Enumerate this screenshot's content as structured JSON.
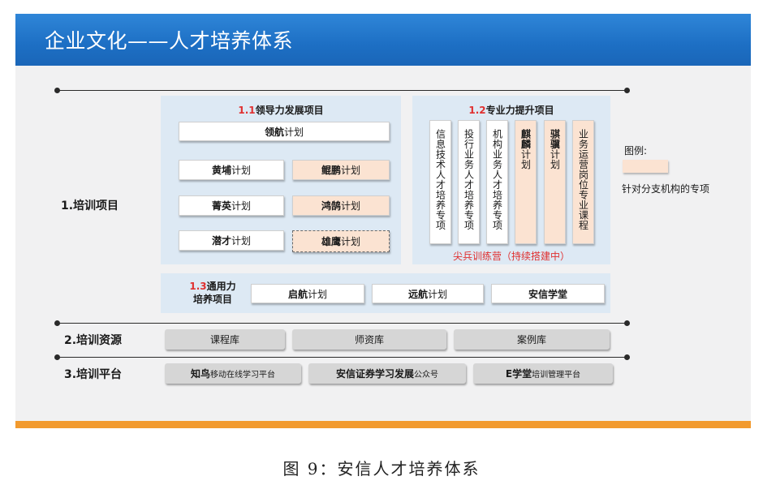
{
  "title": "企业文化——人才培养体系",
  "sections": {
    "training_projects": "1.培训项目",
    "training_resources": "2.培训资源",
    "training_platform": "3.培训平台"
  },
  "leadership": {
    "num": "1.1",
    "title": "领导力发展项目",
    "top_program": {
      "bold": "领航",
      "suffix": "计划"
    },
    "programs": [
      {
        "bold": "黄埔",
        "suffix": "计划"
      },
      {
        "bold": "鲲鹏",
        "suffix": "计划"
      },
      {
        "bold": "菁英",
        "suffix": "计划"
      },
      {
        "bold": "鸿鹄",
        "suffix": "计划"
      },
      {
        "bold": "潜才",
        "suffix": "计划"
      },
      {
        "bold": "雄鹰",
        "suffix": "计划"
      }
    ]
  },
  "professional": {
    "num": "1.2",
    "title": "专业力提升项目",
    "columns": [
      {
        "bold": "",
        "text": "信息技术人才培养专项"
      },
      {
        "bold": "",
        "text": "投行业务人才培养专项"
      },
      {
        "bold": "",
        "text": "机构业务人才培养专项"
      },
      {
        "bold": "麒麟",
        "text": "计划"
      },
      {
        "bold": "骐骥",
        "text": "计划"
      },
      {
        "bold": "",
        "text": "业务运营岗位专业课程"
      }
    ],
    "bootcamp": "尖兵训练营（持续搭建中）"
  },
  "general": {
    "num": "1.3",
    "title_line1": "通用力",
    "title_line2": "培养项目",
    "programs": [
      {
        "bold": "启航",
        "suffix": "计划"
      },
      {
        "bold": "远航",
        "suffix": "计划"
      },
      {
        "bold": "安信学堂",
        "suffix": ""
      }
    ]
  },
  "resources": [
    "课程库",
    "师资库",
    "案例库"
  ],
  "platforms": [
    {
      "bold": "知鸟",
      "rest": "移动在线学习平台"
    },
    {
      "bold": "安信证券学习发展",
      "rest": "公众号"
    },
    {
      "bold": "E学堂",
      "rest": "培训管理平台"
    }
  ],
  "legend": {
    "label": "图例:",
    "description": "针对分支机构的专项"
  },
  "caption": "图 9：安信人才培养体系",
  "colors": {
    "banner": "#1d6fc4",
    "panel": "#dde9f4",
    "peach": "#fbe3d2",
    "accent_red": "#e03030",
    "bottom_bar": "#f29a2e"
  }
}
